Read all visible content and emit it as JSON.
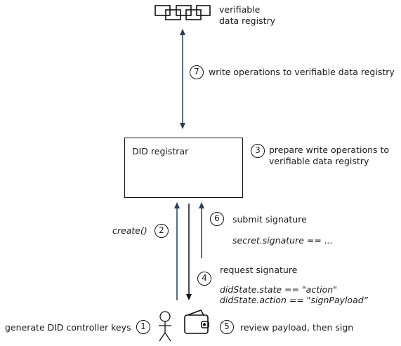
{
  "registry": {
    "label_line1": "verifiable",
    "label_line2": "data registry"
  },
  "registrar": {
    "title": "DID registrar"
  },
  "steps": [
    {
      "num": "1",
      "text": "generate DID controller keys"
    },
    {
      "num": "2",
      "text": "create()"
    },
    {
      "num": "3",
      "text_line1": "prepare write operations to",
      "text_line2": "verifiable data registry"
    },
    {
      "num": "4",
      "text": "request signature",
      "detail_line1": "didState.state == \"action\"",
      "detail_line2": "didState.action == \"signPayload”"
    },
    {
      "num": "5",
      "text": "review payload, then sign"
    },
    {
      "num": "6",
      "text": "submit signature",
      "detail": "secret.signature == ..."
    },
    {
      "num": "7",
      "text": "write operations to verifiable data registry"
    }
  ],
  "colors": {
    "arrow_dark": "#2c3e55",
    "arrow_black": "#111111",
    "outline": "#111111"
  },
  "icons": {
    "registry": "chain-link-registry-icon",
    "user": "stick-figure-user-icon",
    "wallet": "wallet-icon"
  }
}
